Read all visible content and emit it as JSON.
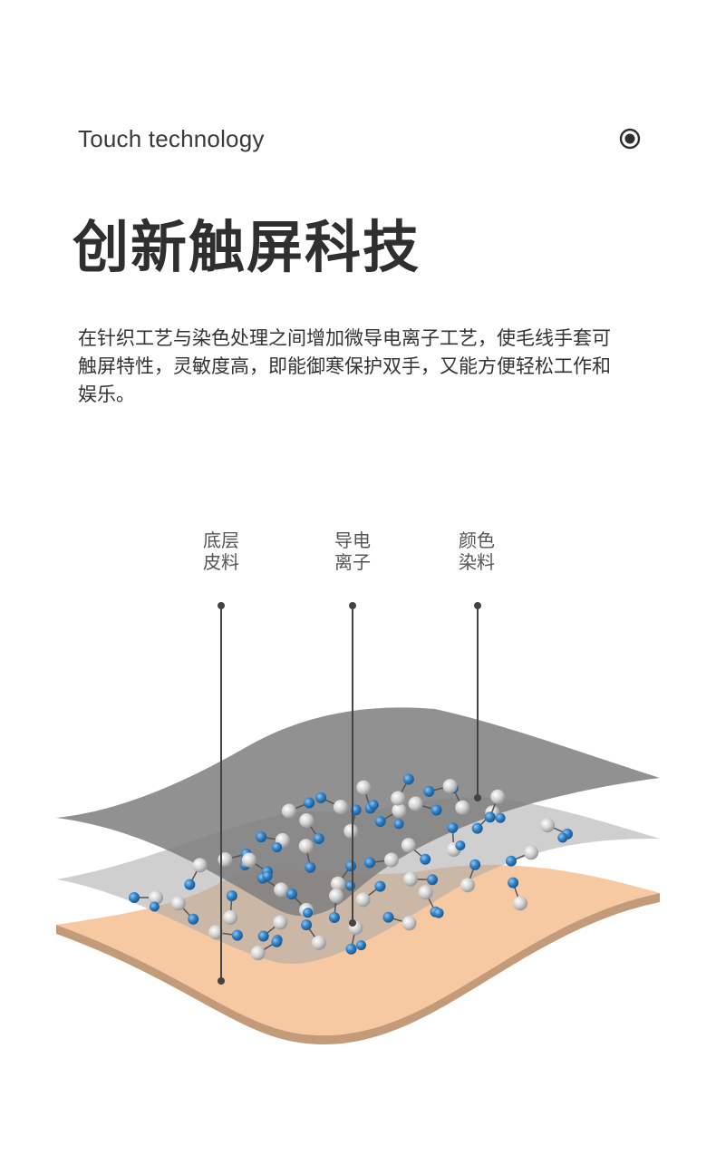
{
  "header": {
    "eyebrow": "Touch technology",
    "title": "创新触屏科技"
  },
  "description": "在针织工艺与染色处理之间增加微导电离子工艺，使毛线手套可触屏特性，灵敏度高，即能御寒保护双手，又能方便轻松工作和娱乐。",
  "diagram": {
    "labels": [
      {
        "line1": "底层",
        "line2": "皮料"
      },
      {
        "line1": "导电",
        "line2": "离子"
      },
      {
        "line1": "颜色",
        "line2": "染料"
      }
    ]
  },
  "colors": {
    "top_layer": "#8f8f8f",
    "middle_layer": "#c4c4c4",
    "bottom_layer": "#f7c9a2",
    "bottom_edge": "#c49b79",
    "ion_blue": "#2f7fc4",
    "ion_gray": "#d4d4d4",
    "pointer": "#444444"
  },
  "icons": {
    "target": "target-icon"
  }
}
